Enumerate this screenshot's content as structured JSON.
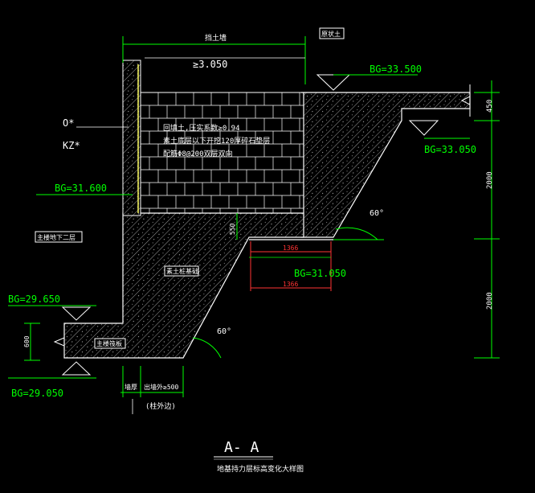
{
  "colors": {
    "background": "#000000",
    "concrete_outline": "#ffffff",
    "hatch": "#cfcfcf",
    "dimension": "#00ff00",
    "red_dimension": "#ff3333",
    "wall_face": "#ffff66",
    "grid_lines": "#ffffff"
  },
  "labels": {
    "top_dimension": "挡土墙",
    "top_box": "原状土",
    "elevation_ge": "≥3.050",
    "bg_33_500": "BG=33.500",
    "bg_33_050": "BG=33.050",
    "bg_31_600": "BG=31.600",
    "bg_31_050": "BG=31.050",
    "bg_29_650": "BG=29.650",
    "bg_29_050": "BG=29.050",
    "o_mark": "O*",
    "kz_mark": "KZ*",
    "note_line1": "回填土,压实系数≥0.94",
    "note_line2": "素土底层以下开挖120厚碎石垫层",
    "note_line3": "配筋Φ8@200双层双向",
    "left_box": "主楼地下二层",
    "center_box": "素土桩基础",
    "bottom_box": "主楼筏板",
    "angle_60_upper": "60°",
    "angle_60_lower": "60°",
    "dim_450": "450",
    "dim_2000_upper": "2000",
    "dim_2000_lower": "2000",
    "dim_600": "600",
    "dim_550": "550",
    "dim_1366_a": "1366",
    "dim_1366_b": "1366",
    "bottom_dim_a": "墙厚",
    "bottom_dim_b": "出墙外≥500",
    "bottom_note": "(柱外边)",
    "section_title": "A- A",
    "drawing_title": "地基持力层标高变化大样图"
  }
}
